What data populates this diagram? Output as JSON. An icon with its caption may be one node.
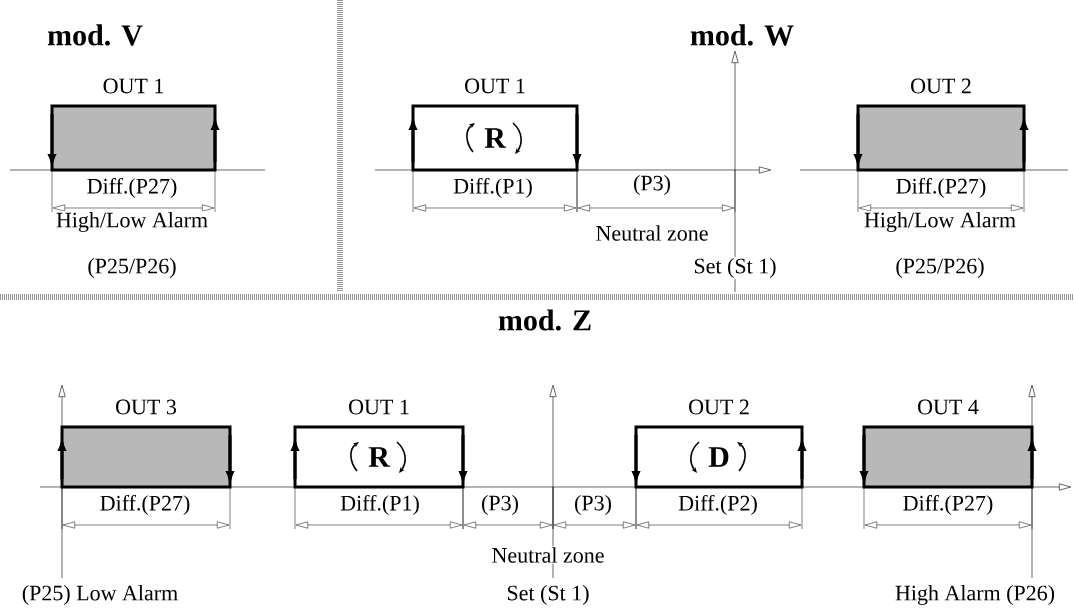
{
  "diagram": {
    "nodes": [
      {
        "text": [
          "OUT 1"
        ]
      },
      {
        "text": [
          "OUT 1",
          "R"
        ]
      },
      {
        "text": [
          "OUT 2"
        ]
      },
      {
        "text": [
          "OUT 3"
        ]
      },
      {
        "text": [
          "OUT 1",
          "R"
        ]
      },
      {
        "text": [
          "OUT 2",
          "D"
        ]
      },
      {
        "text": [
          "OUT 4"
        ]
      }
    ],
    "labels": [
      "mod. V",
      "mod. W",
      "Diff.(P27)",
      "High/Low Alarm",
      "(P25/P26)",
      "Diff.(P1)",
      "(P3)",
      "Neutral zone",
      "Set (St 1)",
      "Diff.(P27)",
      "High/Low Alarm",
      "(P25/P26)",
      "mod. Z",
      "Diff.(P27)",
      "Diff.(P1)",
      "(P3)",
      "(P3)",
      "Diff.(P2)",
      "Diff.(P27)",
      "Neutral zone",
      "(P25) Low Alarm",
      "Set (St 1)",
      "High Alarm (P26)"
    ]
  }
}
